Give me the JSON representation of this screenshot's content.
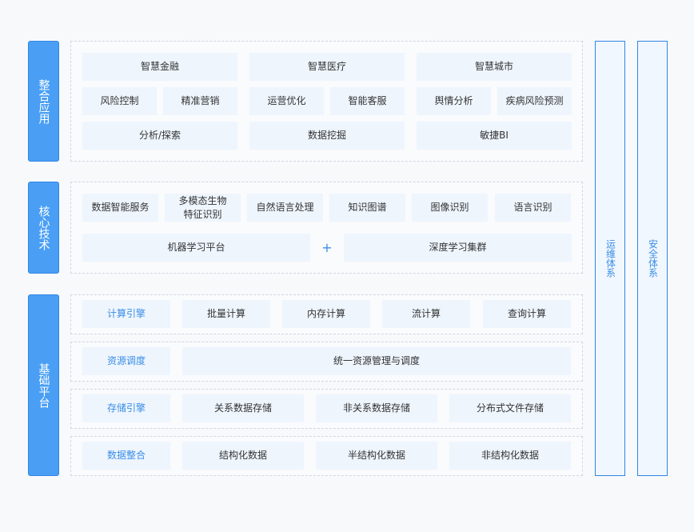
{
  "left_labels": {
    "integration": "整合应用",
    "core": "核心技术",
    "foundation": "基础平台"
  },
  "integration": {
    "row1": [
      "智慧金融",
      "智慧医疗",
      "智慧城市"
    ],
    "row2": [
      "风险控制",
      "精准营销",
      "运营优化",
      "智能客服",
      "舆情分析",
      "疾病风险预测"
    ],
    "row3": [
      "分析/探索",
      "数据挖掘",
      "敏捷BI"
    ]
  },
  "core": {
    "row1": [
      "数据智能服务",
      "多模态生物特征识别",
      "自然语言处理",
      "知识图谱",
      "图像识别",
      "语言识别"
    ],
    "ml_platform": "机器学习平台",
    "plus": "+",
    "dl_cluster": "深度学习集群"
  },
  "foundation": {
    "compute": {
      "label": "计算引擎",
      "items": [
        "批量计算",
        "内存计算",
        "流计算",
        "查询计算"
      ]
    },
    "schedule": {
      "label": "资源调度",
      "items": [
        "统一资源管理与调度"
      ]
    },
    "storage": {
      "label": "存储引擎",
      "items": [
        "关系数据存储",
        "非关系数据存储",
        "分布式文件存储"
      ]
    },
    "data": {
      "label": "数据整合",
      "items": [
        "结构化数据",
        "半结构化数据",
        "非结构化数据"
      ]
    }
  },
  "right_columns": {
    "ops": "运维体系",
    "security": "安全体系"
  },
  "colors": {
    "accent": "#4a9ff5",
    "accent_border": "#2f86e6",
    "cell_bg": "#eef5fd",
    "label_text": "#3a8ee6"
  }
}
